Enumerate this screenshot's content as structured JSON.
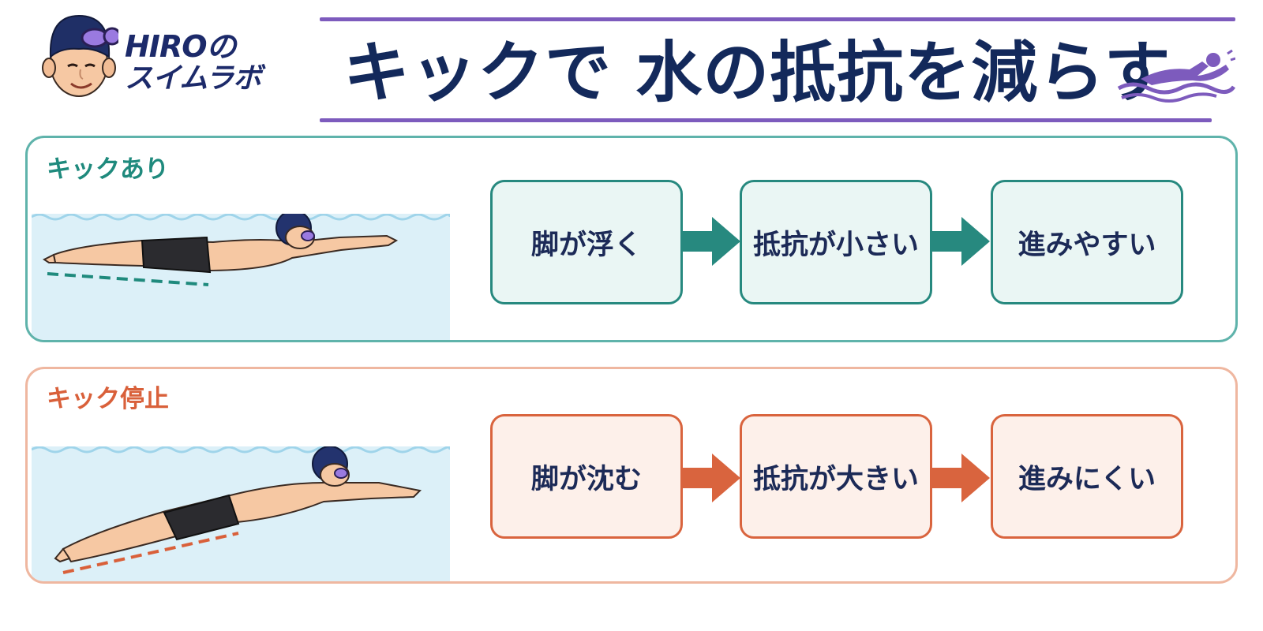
{
  "brand": {
    "line1": "HIROの",
    "line2": "スイムラボ"
  },
  "title": "キックで 水の抵抗を減らす",
  "colors": {
    "title_purple": "#7d5bbd",
    "kick_teal": "#27897f",
    "stop_orange": "#d9643e",
    "water": "#dcf0f8"
  },
  "icons": [
    "avatar",
    "swimmer-icon",
    "arrow-right-icon"
  ],
  "sections": [
    {
      "label": "キックあり",
      "steps": [
        "脚が浮く",
        "抵抗が小さい",
        "進みやすい"
      ]
    },
    {
      "label": "キック停止",
      "steps": [
        "脚が沈む",
        "抵抗が大きい",
        "進みにくい"
      ]
    }
  ]
}
